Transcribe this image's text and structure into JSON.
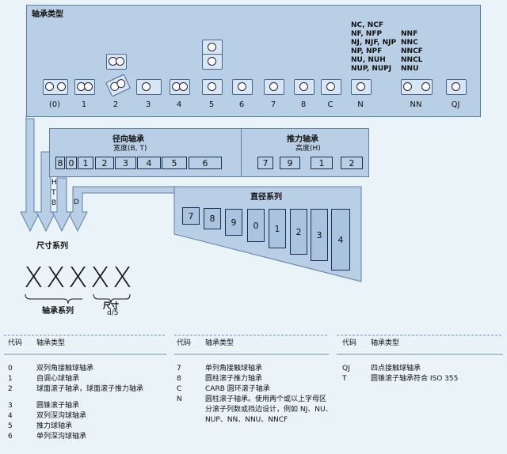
{
  "top": {
    "title": "轴承类型",
    "letters_n": [
      "NC, NCF",
      "NF, NFP",
      "NJ, NJF, NJP",
      "NP, NPF",
      "NU, NUH",
      "NUP, NUPJ"
    ],
    "letters_nn": [
      "NNF",
      "NNC",
      "NNCF",
      "NNCL",
      "NNU"
    ],
    "labels": [
      "(0)",
      "1",
      "2",
      "3",
      "4",
      "5",
      "6",
      "7",
      "8",
      "C",
      "N",
      "NN",
      "QJ"
    ]
  },
  "radial": {
    "title": "径向轴承",
    "subtitle": "宽度(B, T)",
    "boxes": [
      "8",
      "0",
      "1",
      "2",
      "3",
      "4",
      "5",
      "6"
    ]
  },
  "thrust": {
    "title": "推力轴承",
    "subtitle": "高度(H)",
    "boxes": [
      "7",
      "9",
      "1",
      "2"
    ]
  },
  "htb": [
    "H",
    "T",
    "B"
  ],
  "d_letter": "D",
  "diameter": {
    "title": "直径系列",
    "boxes": [
      "7",
      "8",
      "9",
      "0",
      "1",
      "2",
      "3",
      "4"
    ]
  },
  "size_series": "尺寸系列",
  "xs": [
    "X",
    "X",
    "X",
    "X",
    "X"
  ],
  "bearing_series": "轴承系列",
  "size": "尺寸",
  "size_sub": "d/5",
  "table": {
    "header_code": "代码",
    "header_type": "轴承类型",
    "col1": [
      {
        "code": "0",
        "desc": "双列角接触球轴承"
      },
      {
        "code": "1",
        "desc": "自调心球轴承"
      },
      {
        "code": "2",
        "desc": "球面滚子轴承，球面滚子推力轴承"
      },
      {
        "code": "",
        "desc": ""
      },
      {
        "code": "3",
        "desc": "圆锥滚子轴承"
      },
      {
        "code": "4",
        "desc": "双列深沟球轴承"
      },
      {
        "code": "5",
        "desc": "推力球轴承"
      },
      {
        "code": "6",
        "desc": "单列深沟球轴承"
      }
    ],
    "col2": [
      {
        "code": "7",
        "desc": "单列角接触球轴承"
      },
      {
        "code": "8",
        "desc": "圆柱滚子推力轴承"
      },
      {
        "code": "C",
        "desc": "CARB 圆环滚子轴承"
      },
      {
        "code": "N",
        "desc": "圆柱滚子轴承。使用两个或以上字母区"
      },
      {
        "code": "",
        "desc": "分滚子列数或挡边设计，例如 NJ、NU、"
      },
      {
        "code": "",
        "desc": "NUP、NN、NNU、NNCF"
      }
    ],
    "col3": [
      {
        "code": "QJ",
        "desc": "四点接触球轴承"
      },
      {
        "code": "T",
        "desc": "圆锥滚子轴承符合 ISO 355"
      }
    ]
  }
}
